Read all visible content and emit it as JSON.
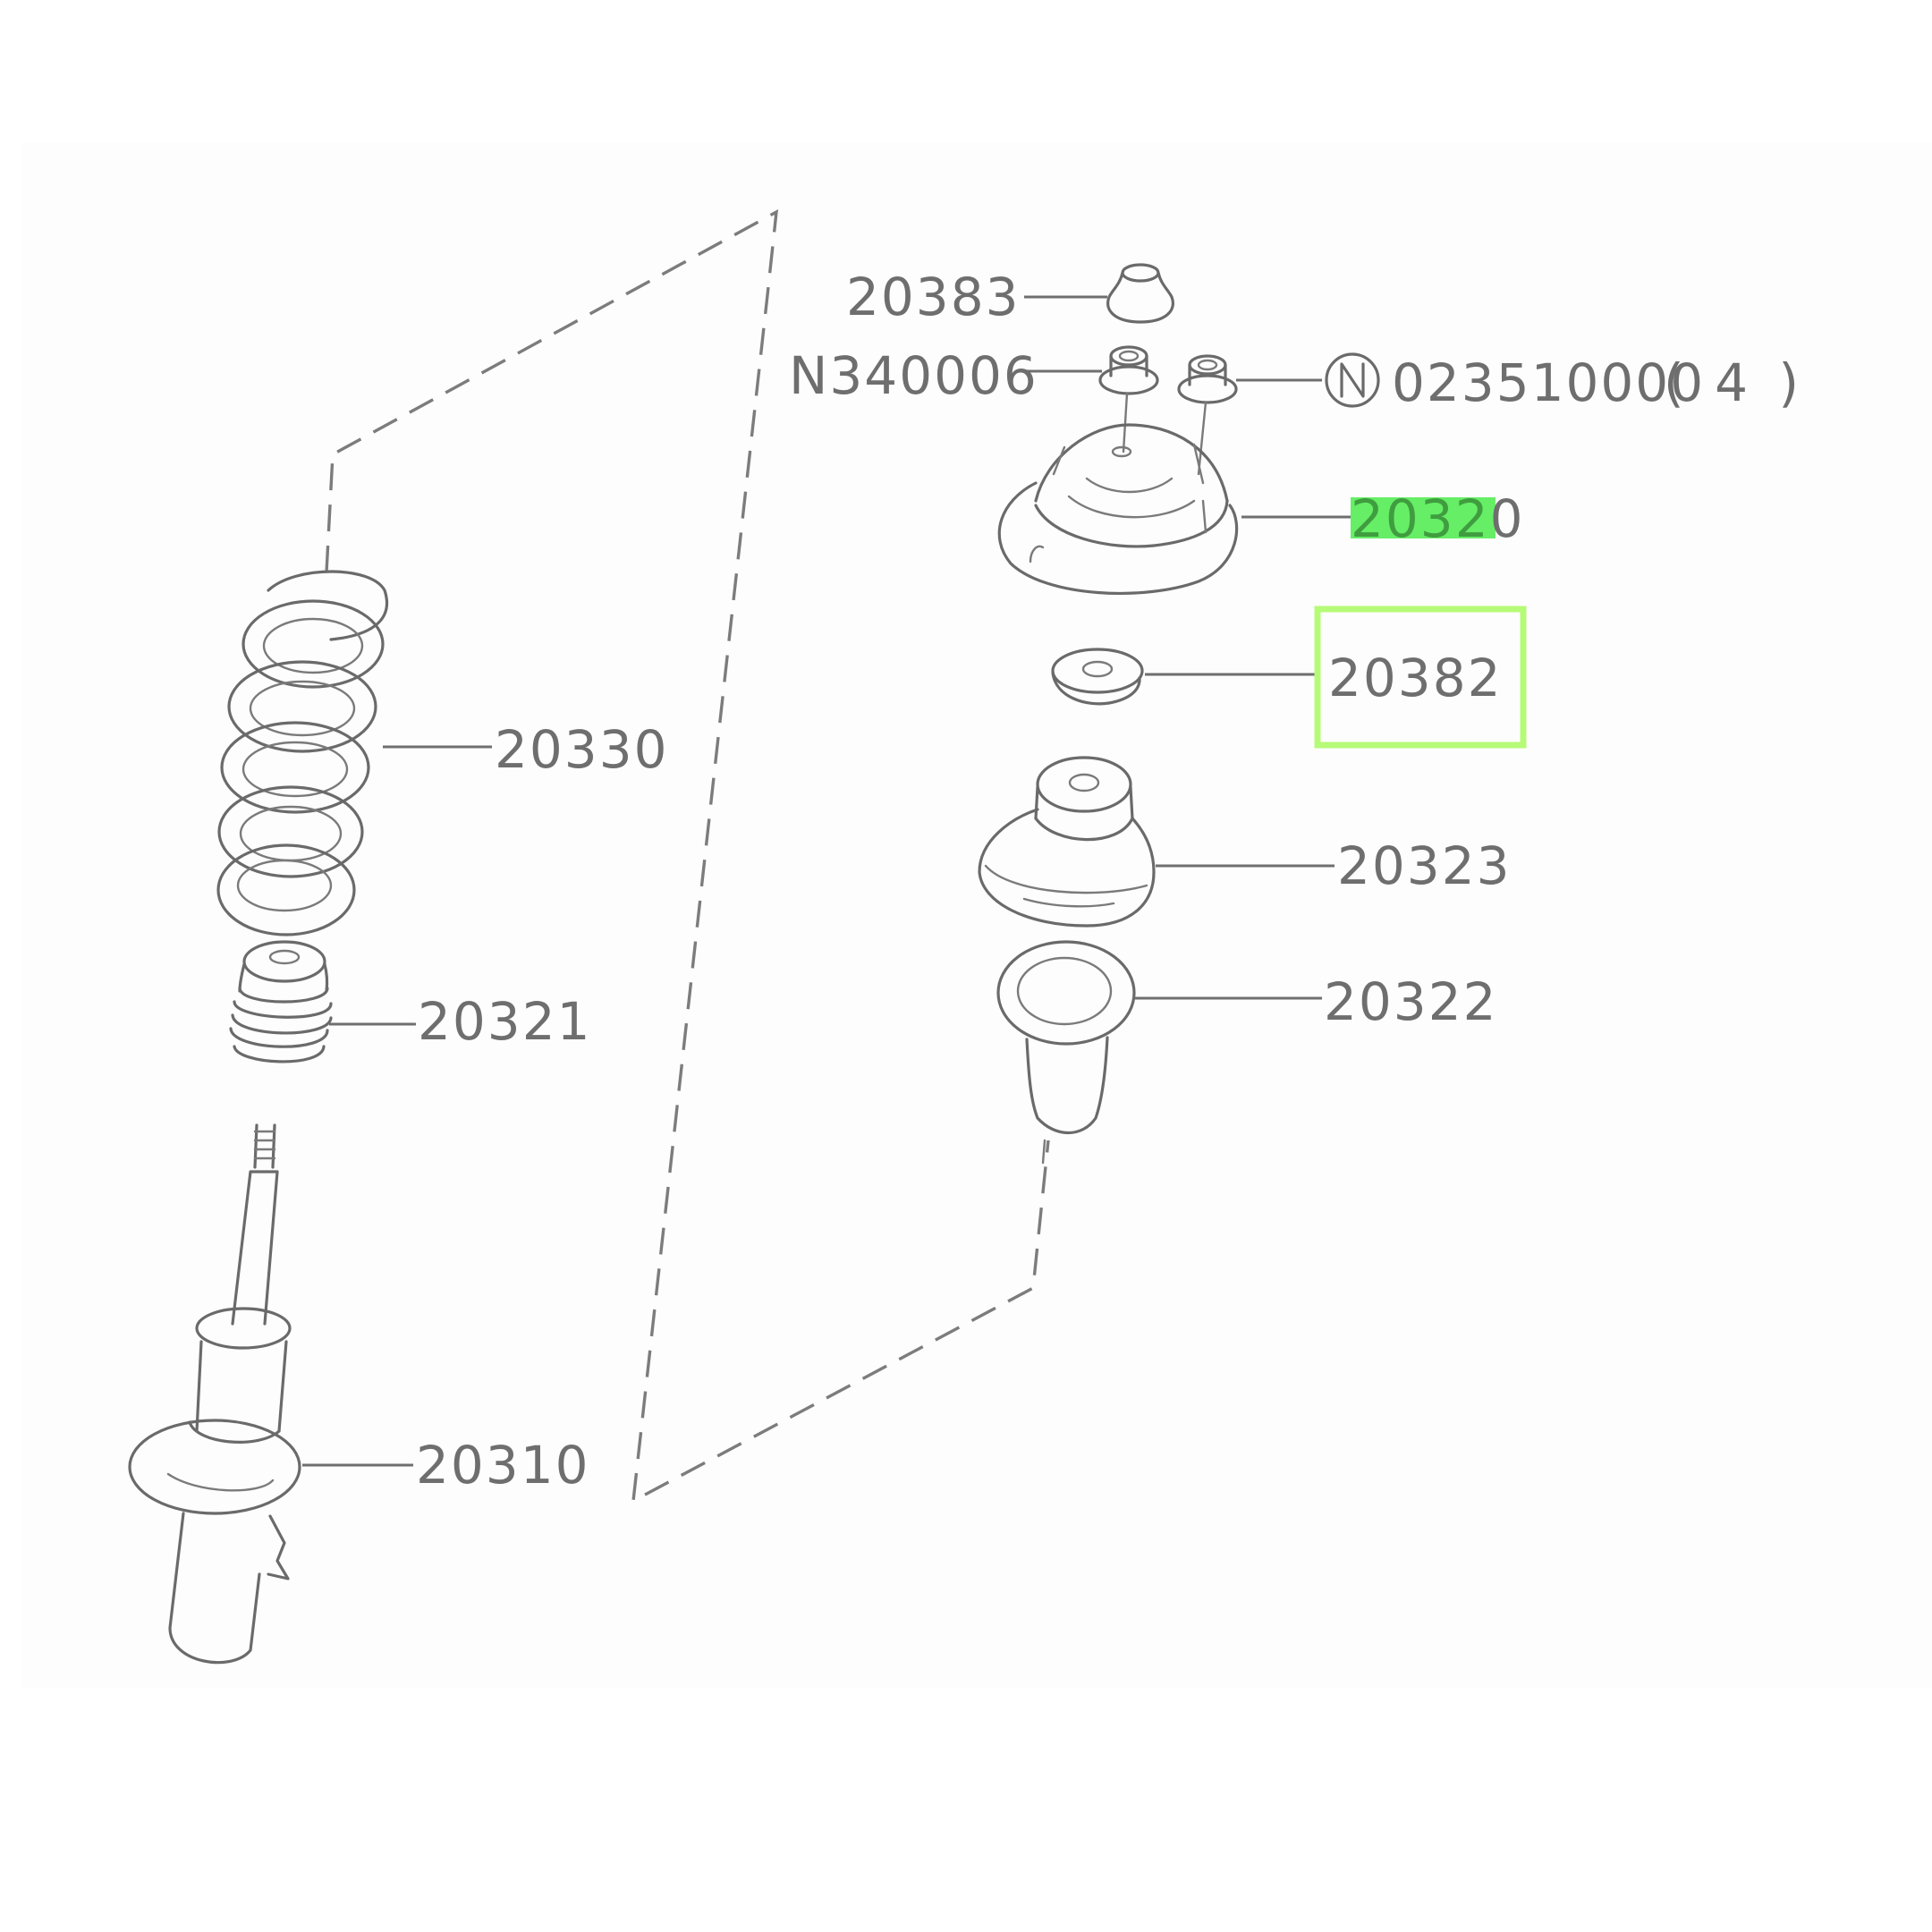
{
  "diagram": {
    "type": "exploded parts diagram",
    "subject": "front strut assembly",
    "colors": {
      "line": "#6a6a6a",
      "label_text": "#6e6e6e",
      "highlight_fill": "#66ee66",
      "highlight_text": "#3f9d3f",
      "selection_box": "#b6fb78",
      "panel_background": "#fdfdfd"
    },
    "parts": [
      {
        "id": "20383",
        "label": "20383",
        "name": "top cap"
      },
      {
        "id": "N340006",
        "label": "N340006",
        "name": "center nut"
      },
      {
        "id": "023510000",
        "label_prefix": "Ⓝ",
        "label": "023510000",
        "qty_label": "( 4  )",
        "name": "flange nut"
      },
      {
        "id": "20320",
        "label_highlighted": "2032",
        "label_rest": "0",
        "name": "strut mount",
        "highlighted": true
      },
      {
        "id": "20382",
        "label": "20382",
        "name": "washer",
        "selected": true
      },
      {
        "id": "20323",
        "label": "20323",
        "name": "spring seat"
      },
      {
        "id": "20322",
        "label": "20322",
        "name": "dust boot"
      },
      {
        "id": "20330",
        "label": "20330",
        "name": "coil spring"
      },
      {
        "id": "20321",
        "label": "20321",
        "name": "bump stop"
      },
      {
        "id": "20310",
        "label": "20310",
        "name": "strut"
      }
    ]
  }
}
